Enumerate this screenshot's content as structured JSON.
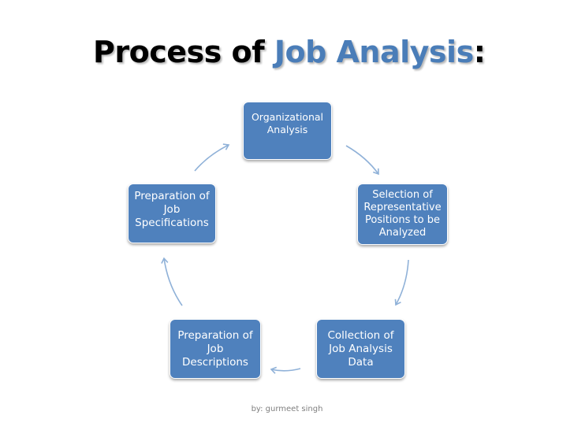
{
  "title": {
    "part1": "Process of ",
    "part2": "Job Analysis",
    "part3": ":"
  },
  "nodes": [
    {
      "id": "organizational-analysis",
      "label": "Organizational\nAnalysis"
    },
    {
      "id": "selection-of-representative-positions",
      "label": "Selection of\nRepresentative\nPositions to be\nAnalyzed"
    },
    {
      "id": "collection-of-job-analysis-data",
      "label": "Collection of\nJob Analysis\nData"
    },
    {
      "id": "preparation-of-job-descriptions",
      "label": "Preparation of\nJob\nDescriptions"
    },
    {
      "id": "preparation-of-job-specifications",
      "label": "Preparation of\nJob\nSpecifications"
    }
  ],
  "flow": [
    "organizational-analysis",
    "selection-of-representative-positions",
    "collection-of-job-analysis-data",
    "preparation-of-job-descriptions",
    "preparation-of-job-specifications",
    "organizational-analysis"
  ],
  "colors": {
    "node_fill": "#4f81bd",
    "title_accent": "#4a7db8",
    "arrow": "#8fb1d8"
  },
  "credit": "by: gurmeet singh"
}
